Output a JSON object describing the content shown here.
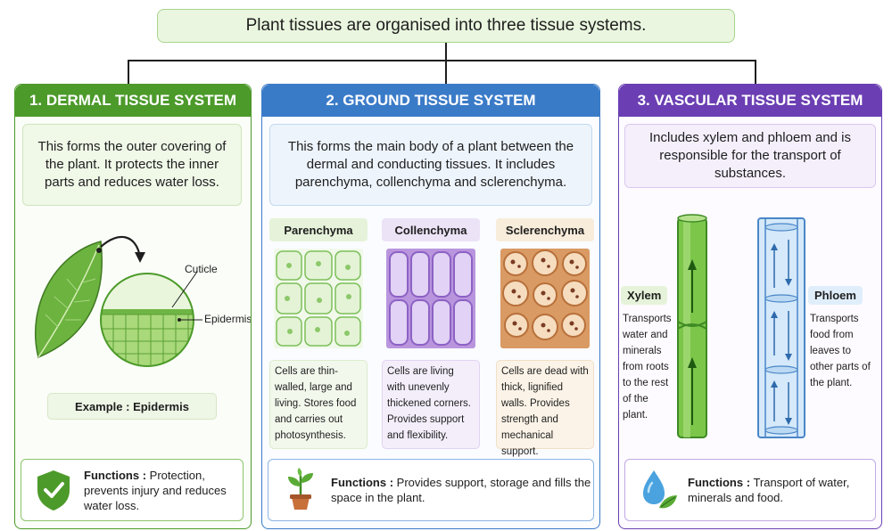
{
  "title": "Plant tissues are organised into three tissue systems.",
  "dermal": {
    "heading": "1. DERMAL TISSUE SYSTEM",
    "description": "This forms the outer covering of the plant. It protects the inner parts and reduces water loss.",
    "label_cuticle": "Cuticle",
    "label_epidermis": "Epidermis",
    "example": "Example : Epidermis",
    "functions_label": "Functions :",
    "functions_text": "Protection, prevents injury and reduces water loss."
  },
  "ground": {
    "heading": "2. GROUND TISSUE SYSTEM",
    "description": "This forms the main body of a plant between the dermal and conducting tissues. It includes parenchyma, collenchyma and sclerenchyma.",
    "tissues": [
      {
        "name": "Parenchyma",
        "description": "Cells are thin-walled, large and living. Stores food and carries out photosynthesis."
      },
      {
        "name": "Collenchyma",
        "description": "Cells are living with unevenly thickened corners. Provides support and flexibility."
      },
      {
        "name": "Sclerenchyma",
        "description": "Cells are dead with thick, lignified walls. Provides strength and mechanical support."
      }
    ],
    "functions_label": "Functions :",
    "functions_text": "Provides support, storage and fills the space in the plant."
  },
  "vascular": {
    "heading": "3. VASCULAR TISSUE SYSTEM",
    "description": "Includes xylem and phloem and is responsible for the transport of substances.",
    "xylem": {
      "name": "Xylem",
      "description": "Transports water and minerals from roots to the rest of the plant."
    },
    "phloem": {
      "name": "Phloem",
      "description": "Transports food from leaves to other parts of the plant."
    },
    "functions_label": "Functions :",
    "functions_text": "Transport of water, minerals and food."
  },
  "colors": {
    "dermal": "#4c9a2a",
    "ground": "#3a7bc8",
    "vascular": "#6b3fb3"
  }
}
